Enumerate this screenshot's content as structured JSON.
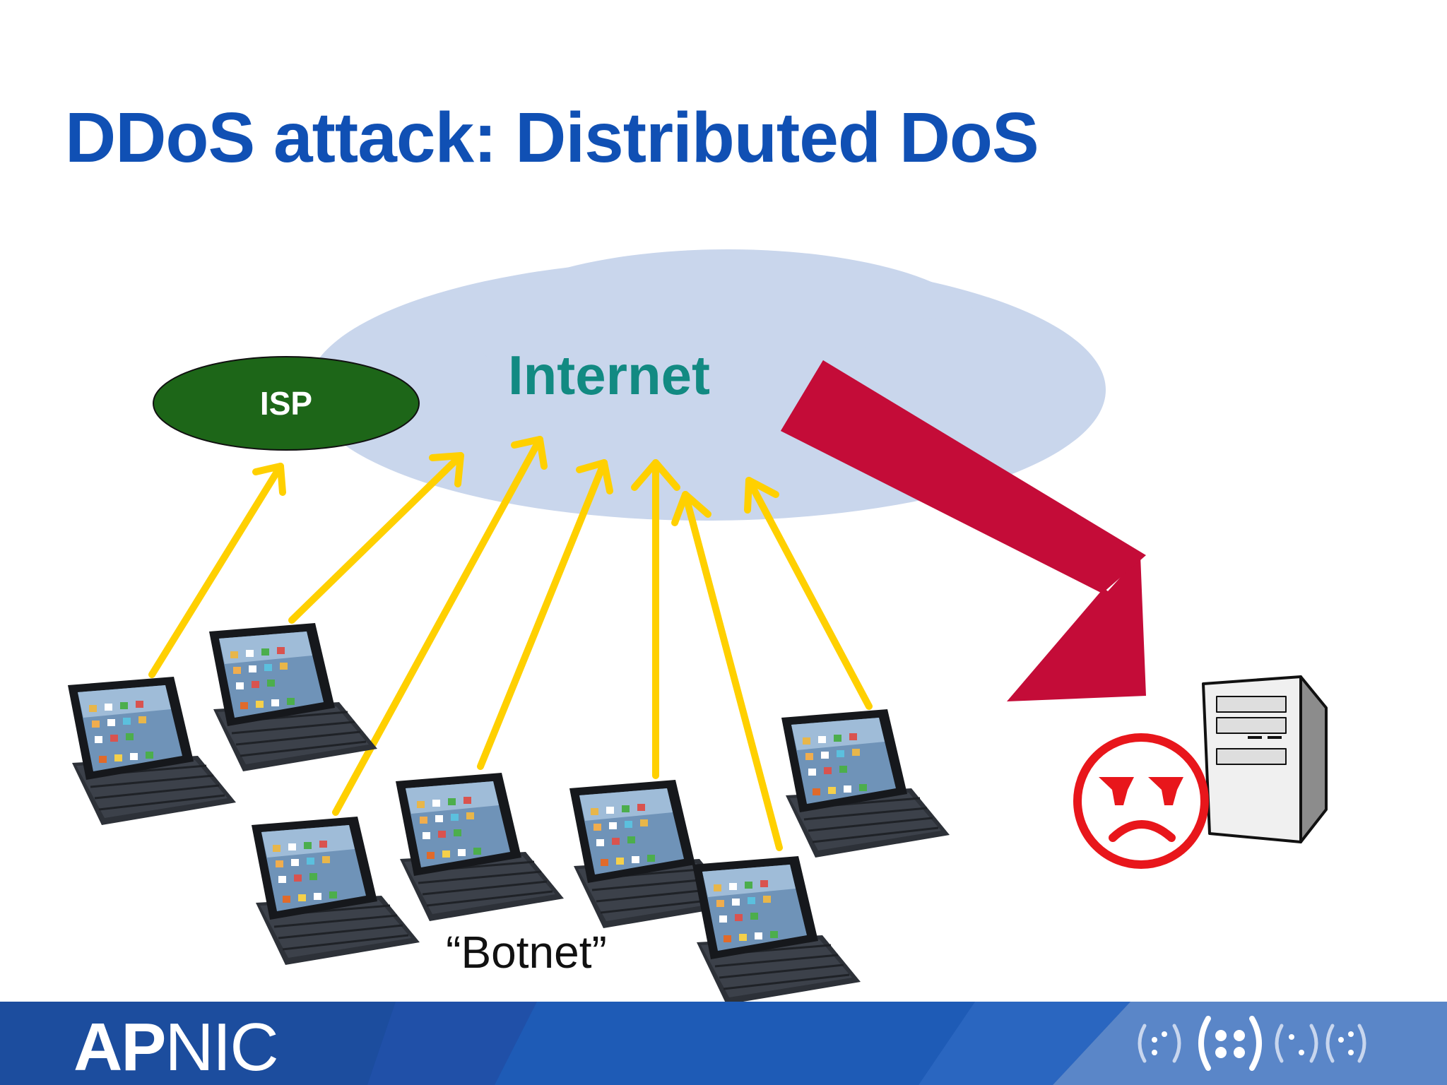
{
  "slide": {
    "title": "DDoS attack: Distributed DoS"
  },
  "diagram": {
    "cloud_label": "Internet",
    "isp_label": "ISP",
    "botnet_label": "“Botnet”"
  },
  "footer": {
    "logo_part1": "AP",
    "logo_part2": "NIC"
  },
  "colors": {
    "title": "#1050b4",
    "cloud": "#c9d6ec",
    "internet_text": "#128a82",
    "isp_fill": "#1d6618",
    "arrows": "#ffd000",
    "attack_arrow": "#c40c38",
    "sad_face": "#e8161b",
    "footer": "#1a4fa6"
  },
  "icons": {
    "bots": "tablet-laptop-icon",
    "target": "server-tower-icon",
    "victim_mood": "sad-face-icon",
    "footer_right": "braille-pattern-logo"
  }
}
